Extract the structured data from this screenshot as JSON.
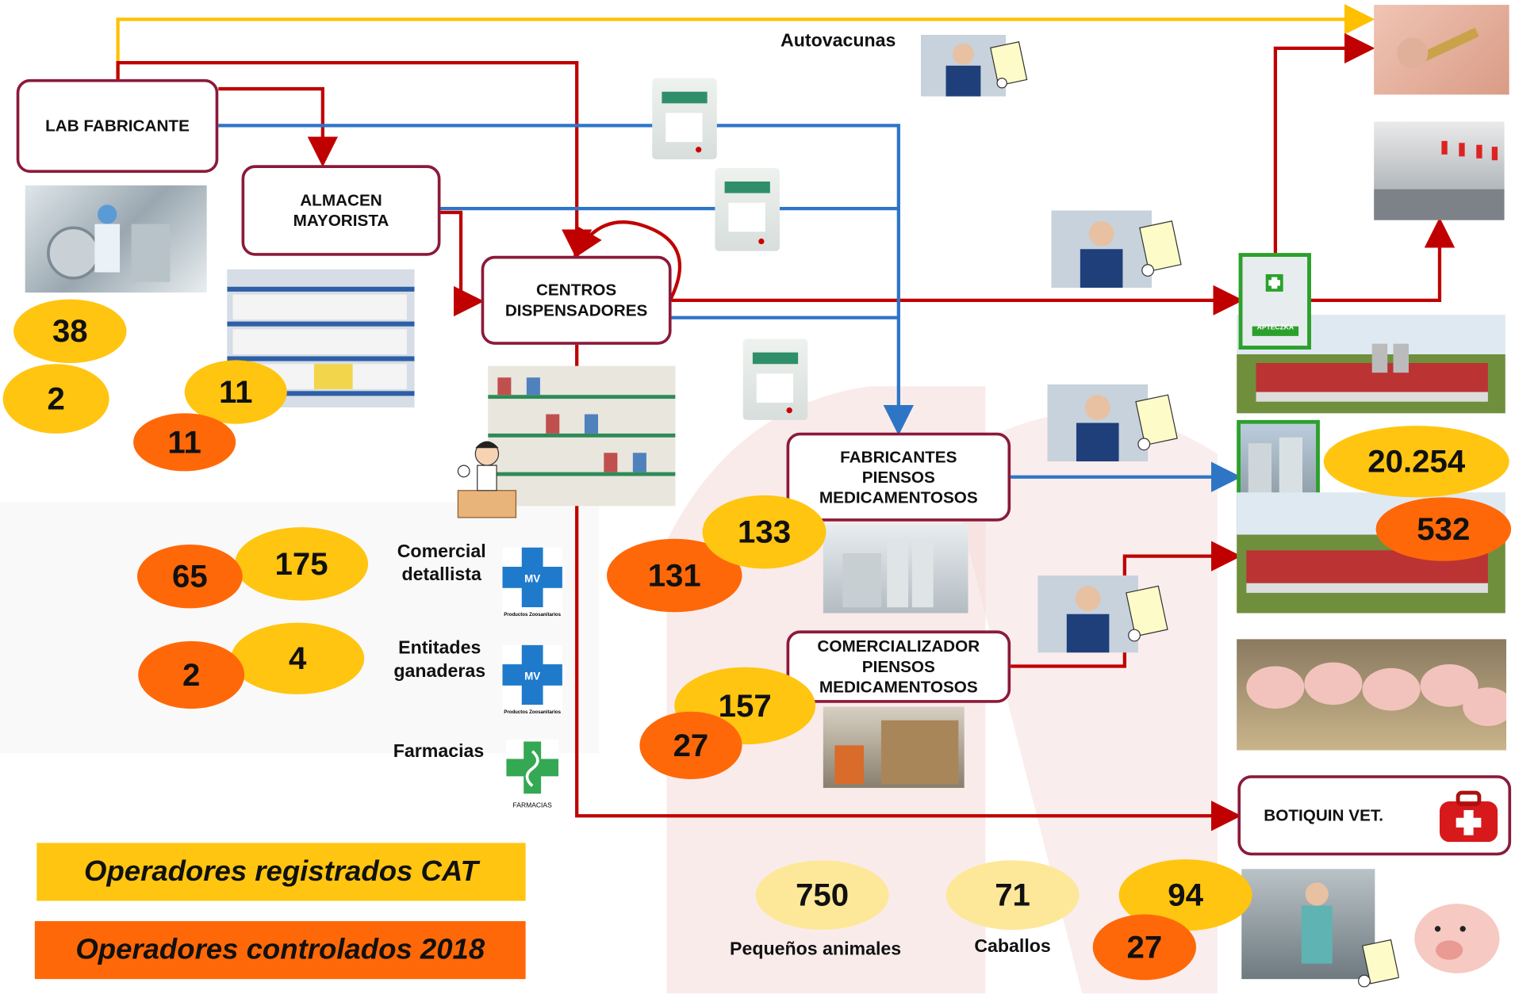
{
  "nodes": {
    "lab": "LAB FABRICANTE",
    "almacen": "ALMACEN\nMAYORISTA",
    "centros": "CENTROS\nDISPENSADORES",
    "fabricantes": "FABRICANTES\nPIENSOS\nMEDICAMENTOSOS",
    "comercializador": "COMERCIALIZADOR\nPIENSOS\nMEDICAMENTOSOS",
    "botiquin": "BOTIQUIN VET."
  },
  "labels": {
    "autovacunas": "Autovacunas",
    "comercial": "Comercial\ndetallista",
    "entitades": "Entitades\nganaderas",
    "farmacias": "Farmacias",
    "pequenos": "Pequeños animales",
    "caballos": "Caballos",
    "apteczka": "APTECZKA",
    "mv_sign": "MV",
    "mv_caption": "Productos Zoosanitarios",
    "farmacias_caption": "FARMACIAS"
  },
  "counts": {
    "lab_registered": "38",
    "lab_controlled": "2",
    "almacen_registered": "11",
    "almacen_controlled": "11",
    "comercial_registered": "175",
    "comercial_controlled": "65",
    "entitades_registered": "4",
    "entitades_controlled": "2",
    "fabricantes_registered": "133",
    "fabricantes_controlled": "131",
    "comercializador_registered": "157",
    "comercializador_controlled": "27",
    "granjas_registered": "20.254",
    "granjas_controlled": "532",
    "pequenos": "750",
    "caballos": "71",
    "botiquin_registered": "94",
    "botiquin_controlled": "27"
  },
  "legend": {
    "registered": "Operadores registrados CAT",
    "controlled": "Operadores controlados 2018"
  },
  "colors": {
    "red_flow": "#c00000",
    "blue_flow": "#2e75c6",
    "yellow_flow": "#ffc000",
    "node_border": "#8b1a3a",
    "registered": "#ffc510",
    "controlled": "#ff6808",
    "light": "#fde89a",
    "green_frame": "#2ca02c"
  }
}
